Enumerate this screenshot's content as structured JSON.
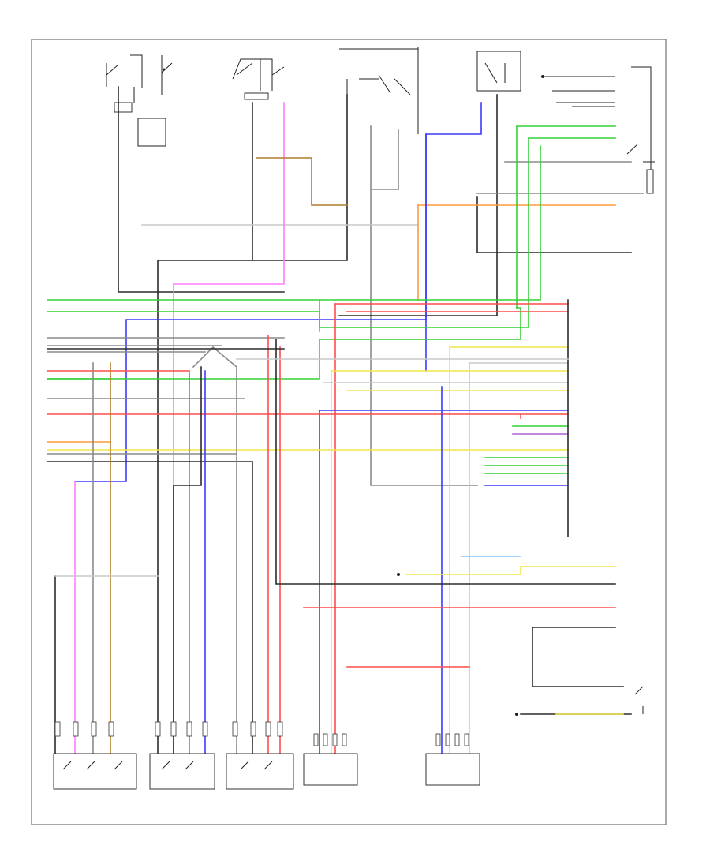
{
  "page": {
    "footer_left": "",
    "footer_right": ""
  },
  "colors": {
    "black": "#2b2b2b",
    "gray": "#8a8a8a",
    "lightgray": "#c8c8c8",
    "green": "#35d135",
    "red": "#ff4d4d",
    "blue": "#3a3aff",
    "pink": "#ff7dff",
    "orange": "#ff9a3c",
    "yellow": "#f2e64a",
    "brown": "#b07b2a",
    "violet": "#b060d0",
    "ltblue": "#8ac6ff"
  },
  "components": [
    {
      "id": "ac-compressor-switch"
    },
    {
      "id": "pressure-switch-1"
    },
    {
      "id": "pressure-switch-2"
    },
    {
      "id": "coolant-temp-sensor"
    },
    {
      "id": "ac-relay-box"
    },
    {
      "id": "relay-cluster-right"
    },
    {
      "id": "cooling-fan-motor"
    },
    {
      "id": "fan-motor-relay"
    },
    {
      "id": "condenser-fan-relay"
    },
    {
      "id": "pressure-sensor"
    },
    {
      "id": "blower-module"
    }
  ]
}
